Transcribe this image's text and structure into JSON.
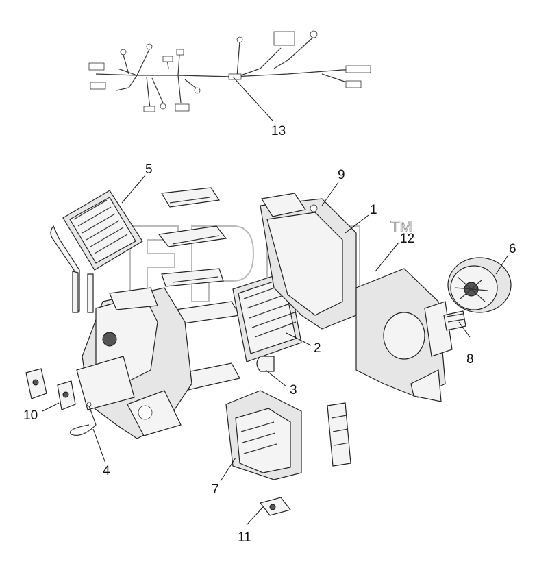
{
  "trademark": "TM",
  "callouts": [
    {
      "id": "1",
      "text": "1"
    },
    {
      "id": "2",
      "text": "2"
    },
    {
      "id": "3",
      "text": "3"
    },
    {
      "id": "4",
      "text": "4"
    },
    {
      "id": "5",
      "text": "5"
    },
    {
      "id": "6",
      "text": "6"
    },
    {
      "id": "7",
      "text": "7"
    },
    {
      "id": "8",
      "text": "8"
    },
    {
      "id": "9",
      "text": "9"
    },
    {
      "id": "10",
      "text": "10"
    },
    {
      "id": "11",
      "text": "11"
    },
    {
      "id": "12",
      "text": "12"
    },
    {
      "id": "13",
      "text": "13"
    }
  ]
}
